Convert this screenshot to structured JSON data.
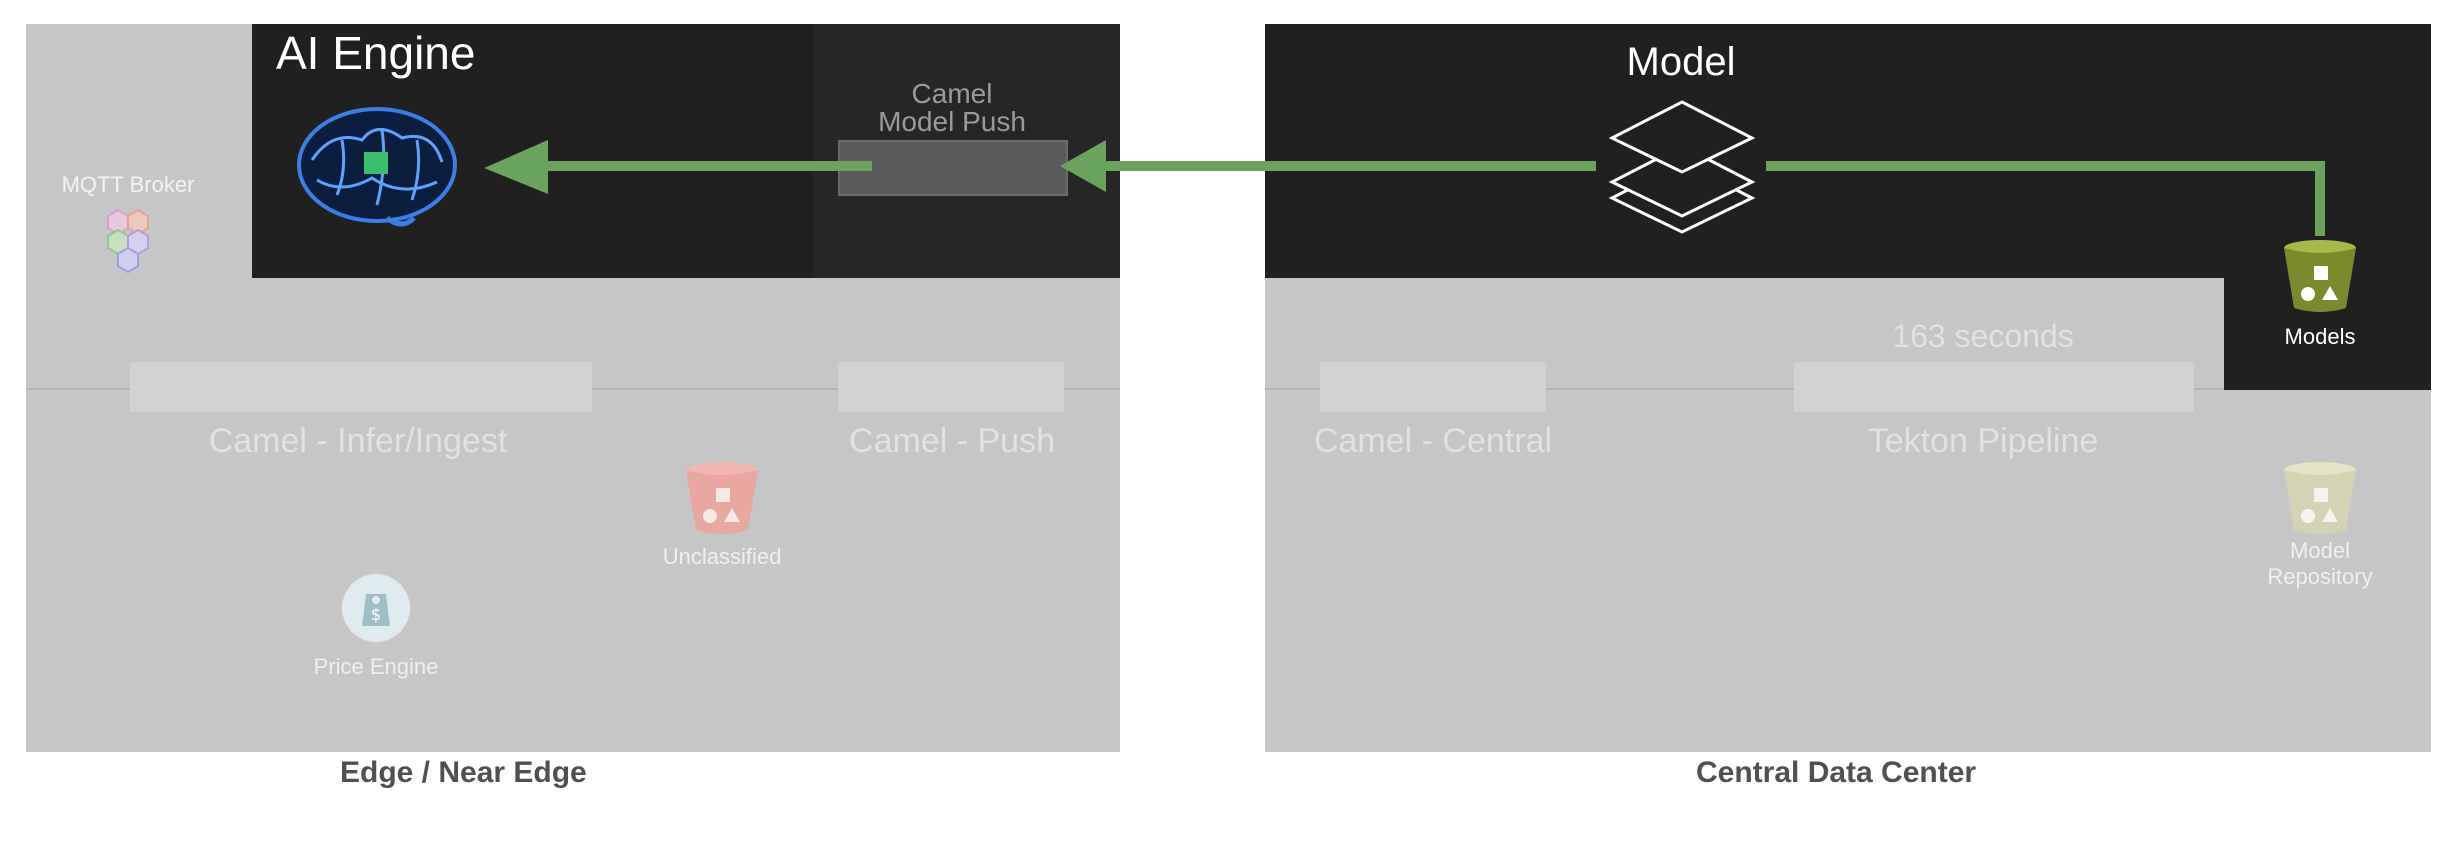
{
  "edge": {
    "caption": "Edge / Near Edge",
    "ai_engine_title": "AI Engine",
    "mqtt_broker_label": "MQTT Broker",
    "camel_model_push_label_line1": "Camel",
    "camel_model_push_label_line2": "Model Push",
    "camel_infer_label": "Camel - Infer/Ingest",
    "camel_push_label": "Camel - Push",
    "unclassified_label": "Unclassified",
    "price_engine_label": "Price Engine"
  },
  "central": {
    "caption": "Central Data Center",
    "model_title": "Model",
    "seconds_label": "163 seconds",
    "camel_central_label": "Camel - Central",
    "tekton_label": "Tekton Pipeline",
    "models_bucket_label": "Models",
    "model_repo_label_line1": "Model",
    "model_repo_label_line2": "Repository"
  },
  "colors": {
    "arrow": "#6aa35a",
    "dark_region": "#202020",
    "faded_panel": "#c6c6c6",
    "models_bucket": "#7a8a2c",
    "unclassified_bucket": "#e8a8a0",
    "model_repo_bucket": "#d4d4b4",
    "brain": "#3a7ee8"
  },
  "icons": [
    "brain-icon",
    "hexagon-cluster-icon",
    "bucket-icon",
    "price-tag-icon",
    "layers-icon",
    "arrow-left-icon"
  ]
}
